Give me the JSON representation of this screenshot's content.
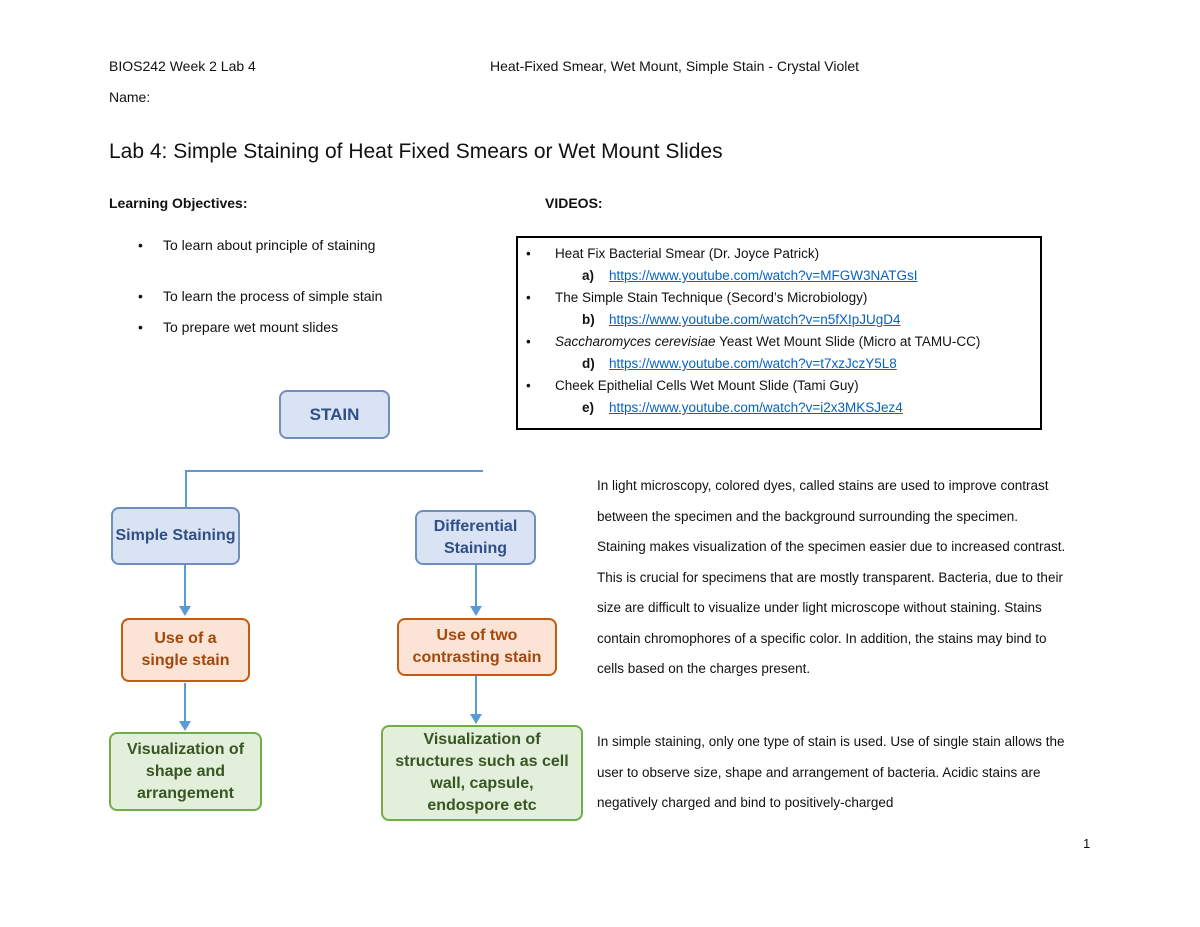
{
  "header": {
    "left": "BIOS242 Week 2 Lab 4",
    "center": "Heat-Fixed Smear, Wet Mount, Simple Stain - Crystal Violet",
    "name_label": "Name:"
  },
  "title": "Lab 4: Simple Staining of Heat Fixed Smears or Wet Mount Slides",
  "objectives": {
    "heading": "Learning Objectives:",
    "bullet": "•",
    "items": [
      "To learn about principle of staining",
      "To learn the process of simple stain",
      "To prepare wet mount slides"
    ]
  },
  "videos": {
    "heading": "VIDEOS:",
    "bullet": "•",
    "items": [
      {
        "title_italic": "",
        "title": "Heat Fix Bacterial Smear (Dr. Joyce Patrick)",
        "letter": "a)",
        "url": "https://www.youtube.com/watch?v=MFGW3NATGsI"
      },
      {
        "title_italic": "",
        "title": "The Simple Stain Technique (Secord’s Microbiology)",
        "letter": "b)",
        "url": "https://www.youtube.com/watch?v=n5fXIpJUgD4"
      },
      {
        "title_italic": "Saccharomyces cerevisiae",
        "title": " Yeast Wet Mount Slide (Micro at TAMU-CC)",
        "letter": "d)",
        "url": "https://www.youtube.com/watch?v=t7xzJczY5L8"
      },
      {
        "title_italic": "",
        "title": "Cheek Epithelial Cells Wet Mount Slide (Tami Guy)",
        "letter": "e)",
        "url": "https://www.youtube.com/watch?v=i2x3MKSJez4"
      }
    ]
  },
  "diagram": {
    "root": "STAIN",
    "simple": "Simple Staining",
    "differential": "Differential Staining",
    "simple_use": "Use of a single stain",
    "differential_use": "Use of two contrasting stain",
    "simple_vis": "Visualization of shape and arrangement",
    "differential_vis": "Visualization of structures such as cell wall, capsule, endospore etc"
  },
  "paragraphs": [
    "In light microscopy, colored dyes, called stains are used to improve contrast between the specimen and the background surrounding the specimen. Staining makes visualization of the specimen easier due to increased contrast. This is crucial for specimens that are mostly transparent. Bacteria, due to their size are difficult to visualize under light microscope without staining. Stains contain chromophores of a specific color. In addition, the stains may bind to cells based on the charges present.",
    "In simple staining, only one type of stain is used. Use of single stain allows the user to observe size, shape and arrangement of bacteria. Acidic stains are negatively charged and bind to positively-charged"
  ],
  "page_number": "1",
  "colors": {
    "link": "#0563C1",
    "blue_node_fill": "#DAE3F3",
    "orange_node_fill": "#FBE4D5",
    "green_node_fill": "#E2EFDA",
    "connector": "#5B9BD5"
  }
}
